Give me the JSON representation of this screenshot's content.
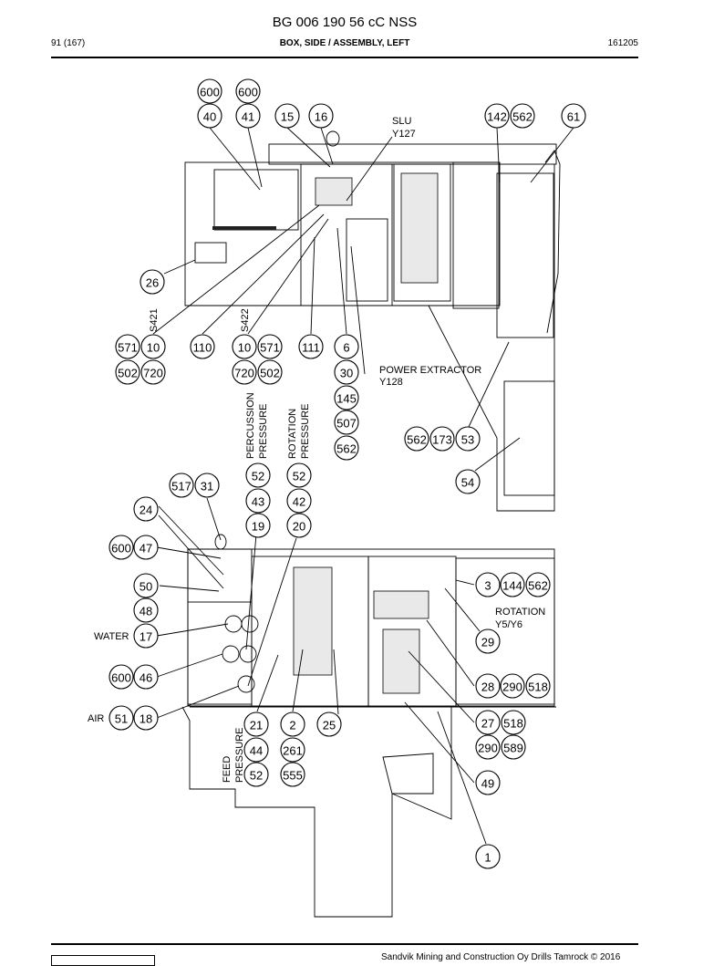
{
  "header": {
    "doc_number": "BG 006 190 56 cC NSS",
    "page_ref": "91 (167)",
    "section_title": "BOX, SIDE / ASSEMBLY, LEFT",
    "date_code": "161205"
  },
  "footer": {
    "copyright": "Sandvik Mining and Construction Oy Drills Tamrock © 2016"
  },
  "labels": {
    "slu": "SLU",
    "y127": "Y127",
    "power_extractor": "POWER EXTRACTOR",
    "y128": "Y128",
    "s421": "S421",
    "s422": "S422",
    "percussion": "PERCUSSION",
    "pressure_percussion": "PRESSURE",
    "rotation_v": "ROTATION",
    "pressure_rotation": "PRESSURE",
    "rotation_h": "ROTATION",
    "y5y6": "Y5/Y6",
    "water": "WATER",
    "air": "AIR",
    "feed": "FEED",
    "pressure_feed": "PRESSURE"
  },
  "callouts": [
    "600",
    "600",
    "40",
    "41",
    "15",
    "16",
    "142",
    "562",
    "61",
    "26",
    "571",
    "10",
    "110",
    "10",
    "571",
    "111",
    "6",
    "502",
    "720",
    "720",
    "502",
    "30",
    "145",
    "507",
    "562",
    "562",
    "173",
    "53",
    "54",
    "52",
    "52",
    "43",
    "42",
    "19",
    "20",
    "517",
    "31",
    "24",
    "600",
    "47",
    "50",
    "48",
    "17",
    "600",
    "46",
    "51",
    "18",
    "3",
    "144",
    "562",
    "29",
    "28",
    "290",
    "518",
    "21",
    "2",
    "25",
    "44",
    "261",
    "52",
    "555",
    "27",
    "518",
    "290",
    "589",
    "49",
    "1"
  ]
}
